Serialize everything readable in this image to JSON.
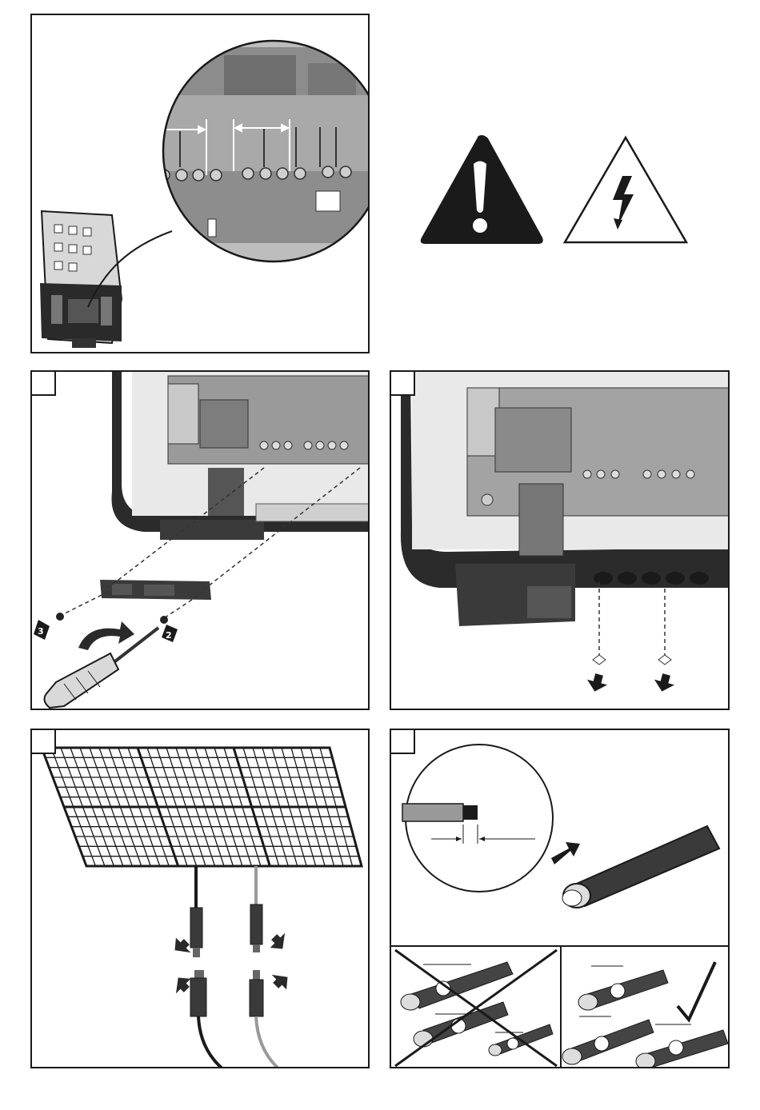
{
  "page": {
    "background": "#ffffff",
    "line_color": "#1a1a1a",
    "panel_gray": "#e6e6e6"
  },
  "panels": {
    "p1": {
      "illustration": "connection-area-magnifier"
    },
    "warnings": {
      "icons": [
        "general-warning-icon",
        "electric-shock-warning-icon"
      ]
    },
    "p2": {
      "step_box_text": "",
      "screw_markers": [
        "3",
        "2"
      ]
    },
    "p3": {
      "step_box_text": ""
    },
    "p4": {
      "step_box_text": ""
    },
    "p5": {
      "step_box_text": ""
    }
  }
}
